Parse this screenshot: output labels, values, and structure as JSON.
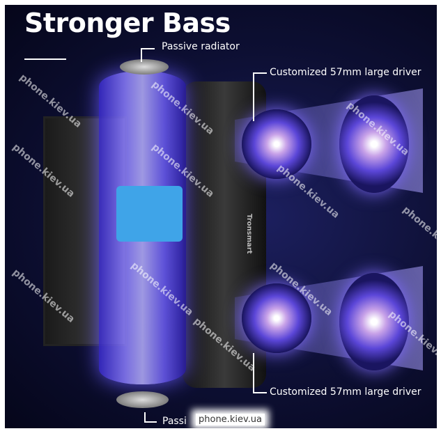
{
  "title": "Stronger Bass",
  "labels": {
    "passive_top": "Passive radiator",
    "driver_top": "Customized 57mm large driver",
    "driver_bottom": "Customized 57mm large driver",
    "passive_bottom": "Passi"
  },
  "brand": "Tronsmart",
  "watermark": "phone.kiev.ua"
}
